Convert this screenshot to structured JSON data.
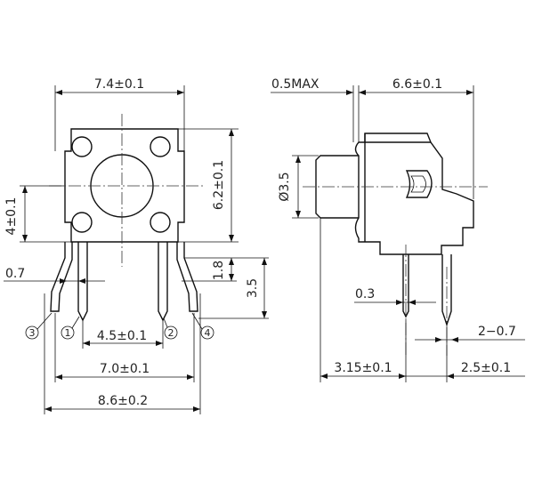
{
  "dimensions": {
    "front": {
      "width_top": "7.4±0.1",
      "height_body": "6.2±0.1",
      "height_center": "4±0.1",
      "lead_offset": "0.7",
      "lead_short": "1.8",
      "lead_long": "3.5",
      "pitch_inner": "4.5±0.1",
      "pitch_outer": "7.0±0.1",
      "width_overall": "8.6±0.2"
    },
    "side": {
      "protrusion_max": "0.5MAX",
      "depth": "6.6±0.1",
      "button_diameter": "Ø3.5",
      "lead_thickness": "0.3",
      "lead_spread": "2−0.7",
      "offset_to_lead": "3.15±0.1",
      "lead_spacing": "2.5±0.1"
    }
  },
  "pins": [
    "3",
    "1",
    "2",
    "4"
  ]
}
